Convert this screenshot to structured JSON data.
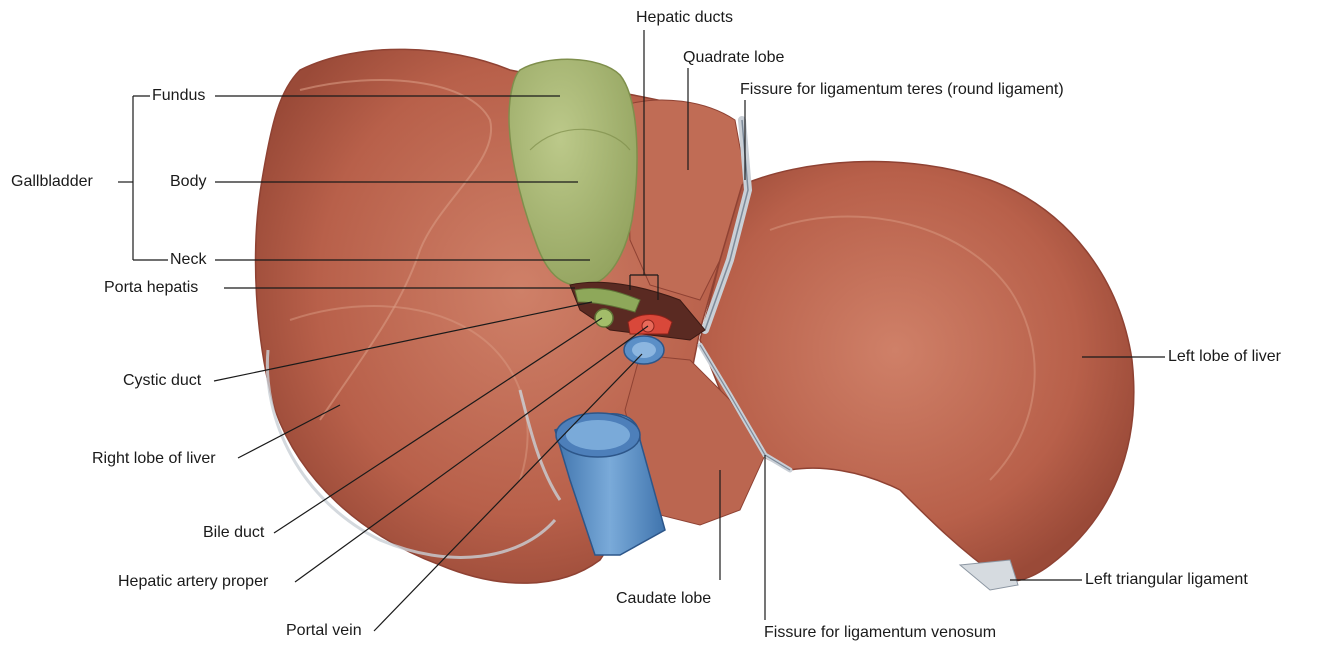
{
  "labels": {
    "hepatic_ducts": "Hepatic ducts",
    "quadrate_lobe": "Quadrate lobe",
    "fissure_teres": "Fissure for ligamentum teres (round ligament)",
    "fundus": "Fundus",
    "gallbladder": "Gallbladder",
    "body": "Body",
    "neck": "Neck",
    "porta_hepatis": "Porta hepatis",
    "cystic_duct": "Cystic duct",
    "right_lobe": "Right lobe of liver",
    "bile_duct": "Bile duct",
    "hepatic_artery": "Hepatic artery proper",
    "portal_vein": "Portal vein",
    "caudate_lobe": "Caudate lobe",
    "fissure_venosum": "Fissure for ligamentum venosum",
    "left_triangular": "Left triangular ligament",
    "left_lobe": "Left lobe of liver"
  },
  "colors": {
    "liver": "#b8604a",
    "liver_light": "#d08a72",
    "liver_dark": "#8f4233",
    "gallbladder": "#a8b86e",
    "gallbladder_dark": "#7f8f4c",
    "portal_vein": "#5b8fc7",
    "artery": "#d9483a",
    "ligament": "#c9cfd6",
    "leader": "#1a1a1a"
  }
}
